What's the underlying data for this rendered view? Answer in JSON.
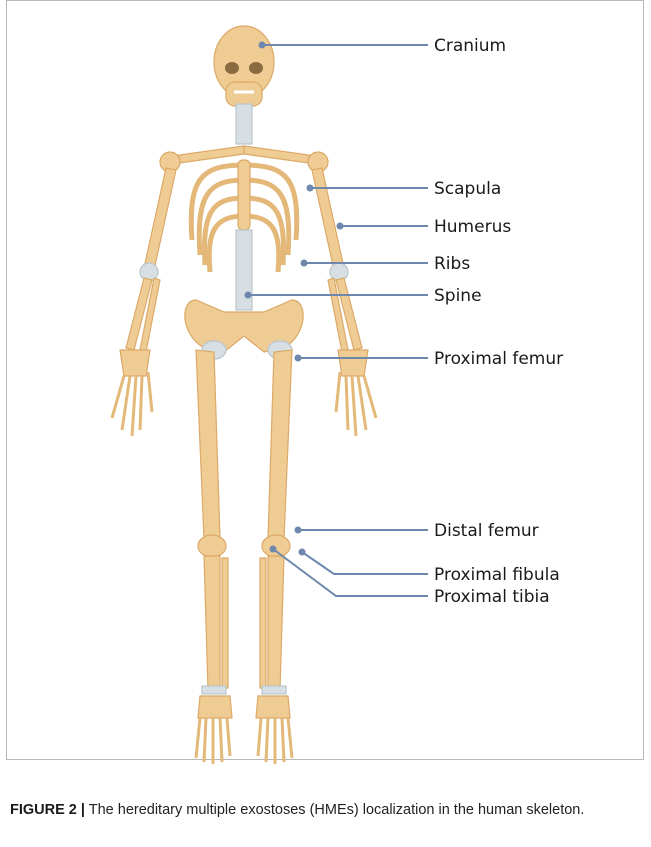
{
  "figure": {
    "labels": [
      "Cranium",
      "Scapula",
      "Humerus",
      "Ribs",
      "Spine",
      "Proximal femur",
      "Distal femur",
      "Proximal fibula",
      "Proximal tibia"
    ],
    "colors": {
      "bone": "#f0cc95",
      "bone_shade": "#dba967",
      "cartilage": "#d7dfe5",
      "leader": "#6e88ad"
    }
  },
  "caption": {
    "label": "FIGURE 2 |",
    "text": " The hereditary multiple exostoses (HMEs) localization in the human skeleton."
  }
}
